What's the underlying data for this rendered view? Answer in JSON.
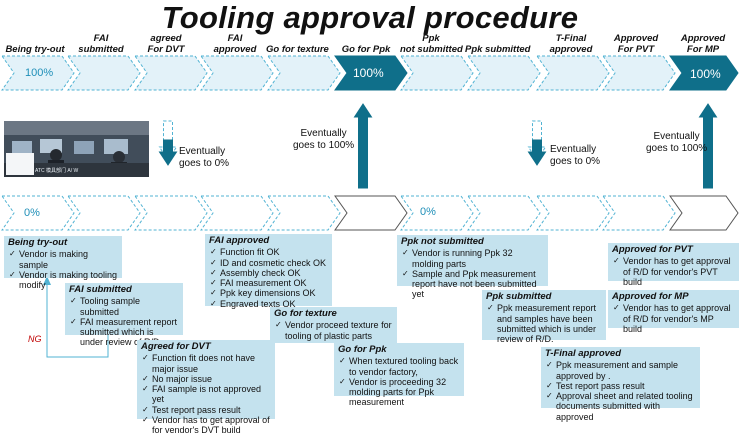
{
  "title": "Tooling approval procedure",
  "stages": [
    {
      "label": "Being try-out"
    },
    {
      "label": "FAI\nsubmitted"
    },
    {
      "label": "agreed\nFor DVT"
    },
    {
      "label": "FAI\napproved"
    },
    {
      "label": "Go for texture"
    },
    {
      "label": "Go for Ppk"
    },
    {
      "label": "Ppk\nnot submitted"
    },
    {
      "label": "Ppk submitted"
    },
    {
      "label": "T-Final\napproved"
    },
    {
      "label": "Approved\nFor PVT"
    },
    {
      "label": "Approved\nFor MP"
    }
  ],
  "percent_labels": {
    "top_start": "100%",
    "top_mid": "100%",
    "top_end": "100%",
    "bottom_start": "0%",
    "bottom_mid": "0%"
  },
  "notes": {
    "down_left": "Eventually\ngoes to 0%",
    "up_left": "Eventually\ngoes to 100%",
    "down_right": "Eventually\ngoes to 0%",
    "up_right": "Eventually\ngoes to 100%"
  },
  "ng_label": "NG",
  "photo_caption": "ATC 模具部门 A/ W",
  "colors": {
    "accent": "#0f6f8a",
    "light": "#e3f2f9",
    "box": "#c4e2ee",
    "outline": "#52b3d3",
    "ng": "#c00000"
  },
  "boxes": {
    "try_out": {
      "title": "Being try-out",
      "items": [
        "Vendor is making sample",
        "Vendor is making tooling modify"
      ]
    },
    "fai_submitted": {
      "title": "FAI submitted",
      "items": [
        "Tooling sample submitted",
        "FAI measurement report submitted which is under review of  R/D."
      ]
    },
    "agreed_dvt": {
      "title": "Agreed for DVT",
      "items": [
        "Function fit does not have major issue",
        "No major issue",
        "FAI sample is not approved yet",
        "Test report pass result",
        "Vendor has to get approval of for vendor's DVT build"
      ]
    },
    "fai_approved": {
      "title": "FAI approved",
      "items": [
        "Function fit OK",
        "ID and cosmetic check OK",
        "Assembly check OK",
        "FAI measurement OK",
        "Ppk key dimensions OK",
        "Engraved texts OK"
      ]
    },
    "go_texture": {
      "title": "Go for texture",
      "items": [
        "Vendor proceed texture for tooling of plastic parts"
      ]
    },
    "go_ppk": {
      "title": "Go for Ppk",
      "items": [
        "When textured tooling back to vendor factory,",
        "Vendor is proceeding 32 molding parts for Ppk measurement"
      ]
    },
    "ppk_not": {
      "title": "Ppk not submitted",
      "items": [
        "Vendor is running Ppk 32  molding parts",
        "Sample and Ppk measurement report have not been submitted yet"
      ]
    },
    "ppk_sub": {
      "title": "Ppk submitted",
      "items": [
        "Ppk measurement report and samples have been submitted which is under review of  R/D."
      ]
    },
    "tfinal": {
      "title": "T-Final approved",
      "items": [
        "Ppk measurement and sample approved by .",
        "Test report pass result",
        "Approval sheet and related tooling documents submitted with approved"
      ]
    },
    "pvt": {
      "title": "Approved for PVT",
      "items": [
        "Vendor has to get approval of R/D for vendor's PVT build"
      ]
    },
    "mp": {
      "title": "Approved for MP",
      "items": [
        "Vendor has to get approval of R/D for vendor's MP build"
      ]
    }
  }
}
